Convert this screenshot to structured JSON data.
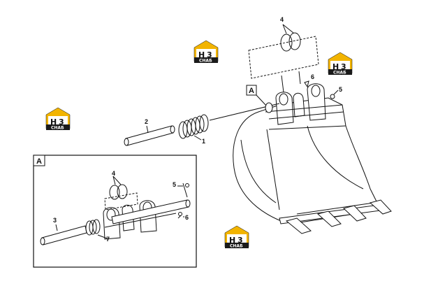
{
  "diagram": {
    "callouts": {
      "c1": "1",
      "c2": "2",
      "c4_top": "4",
      "c5_top": "5",
      "c6_top": "6",
      "c3": "3",
      "c4_inset": "4",
      "c5_inset": "5",
      "c6_inset": "6",
      "c7": "7"
    },
    "section_markers": {
      "main": "A",
      "inset": "A"
    },
    "watermark": {
      "main": "H",
      "sub": "СНАБ",
      "color_body": "#f2b400",
      "color_bar": "#1a1a1a"
    }
  }
}
